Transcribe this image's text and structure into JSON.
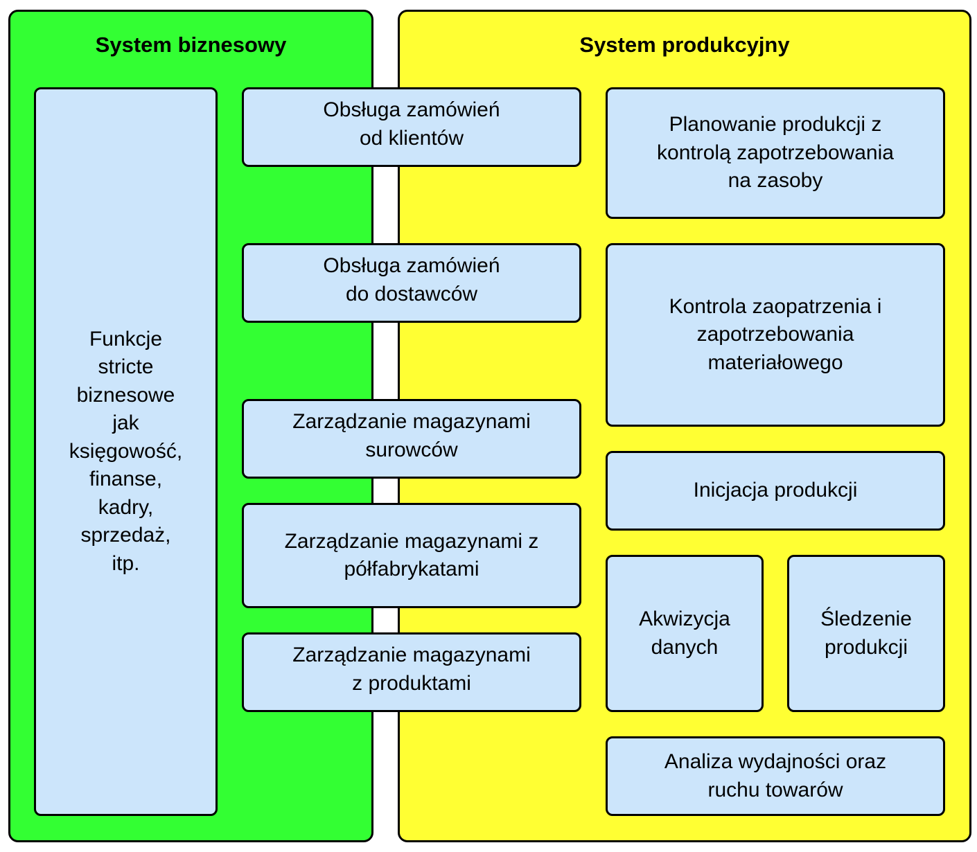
{
  "colors": {
    "business_panel": "#33ff33",
    "production_panel": "#ffff33",
    "box_fill": "#cce5fb",
    "border": "#000000"
  },
  "business_system": {
    "title": "System biznesowy",
    "functions": "Funkcje\nstricte\nbiznesowe\njak\nksięgowość,\nfinanse,\nkadry,\nsprzedaż,\nitp."
  },
  "production_system": {
    "title": "System produkcyjny"
  },
  "shared_modules": [
    "Obsługa zamówień\nod klientów",
    "Obsługa zamówień\ndo dostawców",
    "Zarządzanie magazynami\nsurowców",
    "Zarządzanie magazynami z\npółfabrykatami",
    "Zarządzanie magazynami\nz produktami"
  ],
  "production_modules": {
    "planning": "Planowanie produkcji z\nkontrolą zapotrzebowania\nna zasoby",
    "supply_control": "Kontrola zaopatrzenia i\nzapotrzebowania\nmateriałowego",
    "initiation": "Inicjacja produkcji",
    "data_acquisition": "Akwizycja\ndanych",
    "tracking": "Śledzenie\nprodukcji",
    "analysis": "Analiza wydajności oraz\nruchu towarów"
  }
}
